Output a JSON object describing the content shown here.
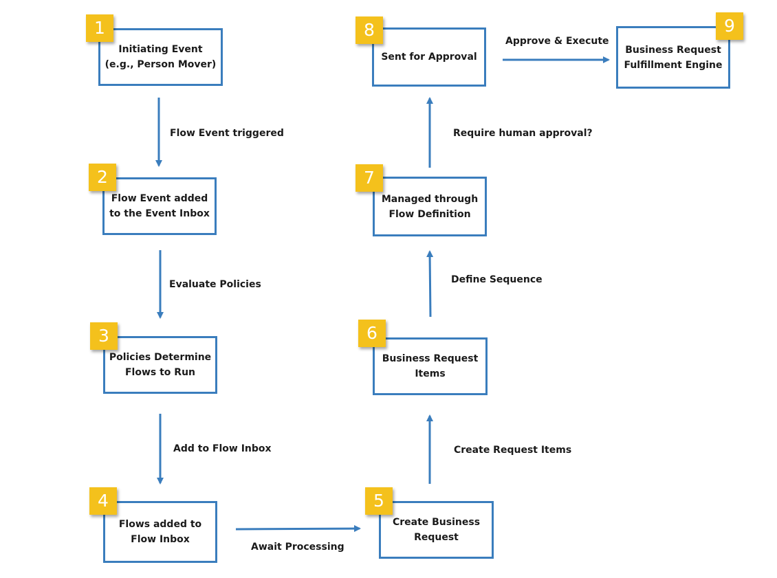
{
  "nodes": [
    {
      "number": "1",
      "label": "Initiating Event\n(e.g., Person Mover)"
    },
    {
      "number": "2",
      "label": "Flow Event added\nto the Event Inbox"
    },
    {
      "number": "3",
      "label": "Policies Determine\nFlows to Run"
    },
    {
      "number": "4",
      "label": "Flows added to\nFlow Inbox"
    },
    {
      "number": "5",
      "label": "Create Business\nRequest"
    },
    {
      "number": "6",
      "label": "Business Request\nItems"
    },
    {
      "number": "7",
      "label": "Managed through\nFlow Definition"
    },
    {
      "number": "8",
      "label": "Sent for Approval"
    },
    {
      "number": "9",
      "label": "Business Request\nFulfillment Engine"
    }
  ],
  "edges": [
    {
      "from": "1",
      "to": "2",
      "label": "Flow Event triggered"
    },
    {
      "from": "2",
      "to": "3",
      "label": "Evaluate Policies"
    },
    {
      "from": "3",
      "to": "4",
      "label": "Add to Flow Inbox"
    },
    {
      "from": "4",
      "to": "5",
      "label": "Await Processing"
    },
    {
      "from": "5",
      "to": "6",
      "label": "Create Request Items"
    },
    {
      "from": "6",
      "to": "7",
      "label": "Define Sequence"
    },
    {
      "from": "7",
      "to": "8",
      "label": "Require human approval?"
    },
    {
      "from": "8",
      "to": "9",
      "label": "Approve & Execute"
    }
  ],
  "colors": {
    "box_border": "#3a7dbd",
    "arrow": "#3a7dbd",
    "badge_fill": "#f4c11c",
    "badge_text": "#ffffff",
    "text": "#1a1a1a"
  }
}
